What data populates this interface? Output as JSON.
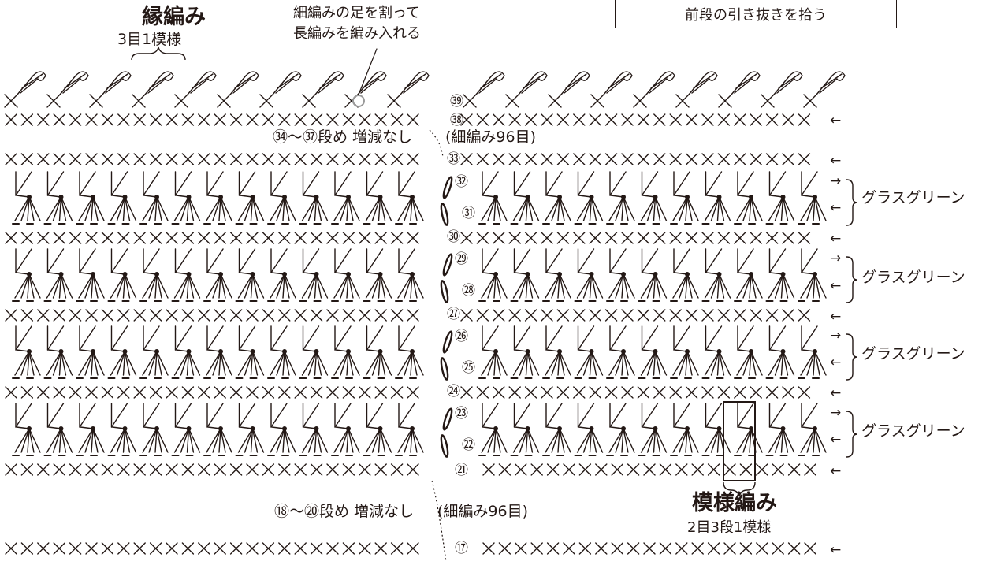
{
  "edging": {
    "title": "縁編み",
    "subtitle": "3目1模様",
    "note_line1": "細編みの足を割って",
    "note_line2": "長編みを編み入れる"
  },
  "box_text": "前段の引き抜きを拾う",
  "pattern": {
    "title": "模様編み",
    "subtitle": "2目3段1模様"
  },
  "notes": {
    "rows_34_37": "㉞〜㊲段め 増減なし",
    "rows_34_37_count": "(細編み96目)",
    "rows_18_20": "⑱〜⑳段め 増減なし",
    "rows_18_20_count": "(細編み96目)"
  },
  "color_label": "グラスグリーン",
  "color_labels": [
    "グラスグリーン",
    "グラスグリーン",
    "グラスグリーン",
    "グラスグリーン"
  ],
  "row_labels": [
    "⑰",
    "㉑",
    "㉒",
    "㉓",
    "㉔",
    "㉕",
    "㉖",
    "㉗",
    "㉘",
    "㉙",
    "㉚",
    "㉛",
    "㉜",
    "㉝",
    "㊳",
    "㊴"
  ],
  "arrows": {
    "left": "←",
    "right": "→"
  },
  "symbols": {
    "single_crochet": "×",
    "chain": "0"
  },
  "colors": {
    "ink": "#231815",
    "highlight": "#9a9a9a"
  }
}
